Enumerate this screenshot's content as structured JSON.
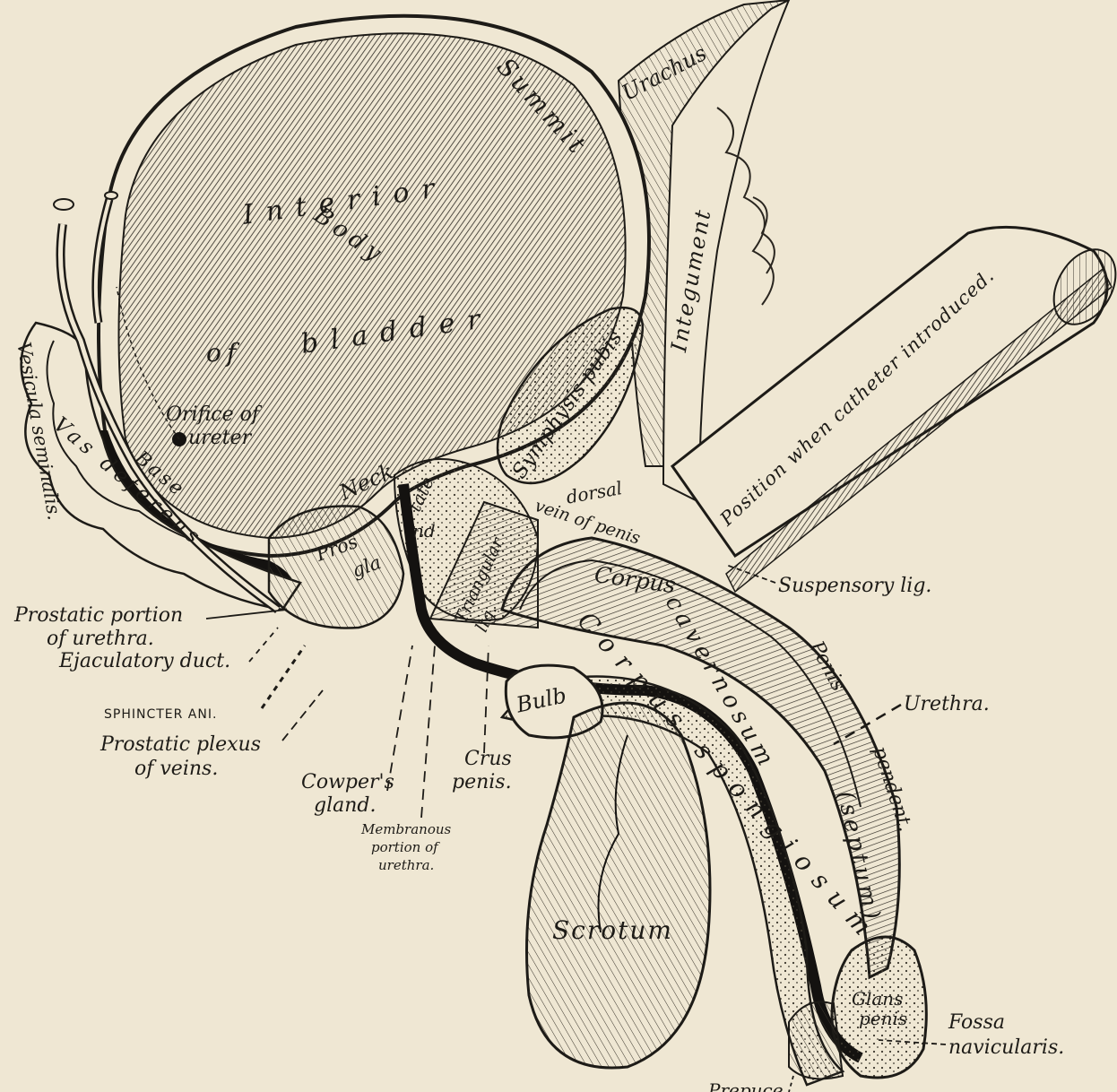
{
  "labels": {
    "urachus": "Urachus",
    "summit": "Summit",
    "interior": "Interior",
    "body": "Body",
    "of": "of",
    "bladder": "bladder",
    "integument": "Integument",
    "symphysis_pubis": "Symphysis pubis",
    "catheter_position": "Position when catheter introduced.",
    "orifice_of": "Orifice of",
    "ureter": "ureter",
    "vesicula_seminalis": "Vesicula seminalis.",
    "vas_deferens": "Vas deferens",
    "base": "Base",
    "neck": "Neck",
    "pros": "Pros",
    "gla": "gla",
    "tate": "tate",
    "nd": "nd",
    "dorsal": "dorsal",
    "vein_of_penis": "vein of penis",
    "triangular": "Triangular",
    "lig": "lig.",
    "corpus": "Corpus",
    "suspensory_lig": "Suspensory lig.",
    "prostatic_portion": "Prostatic portion",
    "of_urethra": "of urethra.",
    "ejaculatory_duct": "Ejaculatory duct.",
    "sphincter_ani": "SPHINCTER ANI.",
    "prostatic_plexus": "Prostatic plexus",
    "of_veins": "of veins.",
    "cowpers": "Cowper's",
    "gland": "gland.",
    "membranous": "Membranous",
    "portion_of": "portion of",
    "urethra_small": "urethra.",
    "crus": "Crus",
    "penis_crus": "penis.",
    "bulb": "Bulb",
    "corpus_spongiosum": "Corpus spongiosum",
    "cavernosum": "cavernosum",
    "septum": "(septum)",
    "penis": "Penis",
    "pendent": "pendent.",
    "urethra": "Urethra.",
    "scrotum": "Scrotum",
    "glans": "Glans",
    "penis_glans": "penis",
    "fossa": "Fossa",
    "navicularis": "navicularis.",
    "prepuce": "Prepuce."
  },
  "colors": {
    "paper": "#efe7d3",
    "ink": "#1d1b17",
    "shade": "#5b554a",
    "dark": "#141210"
  }
}
